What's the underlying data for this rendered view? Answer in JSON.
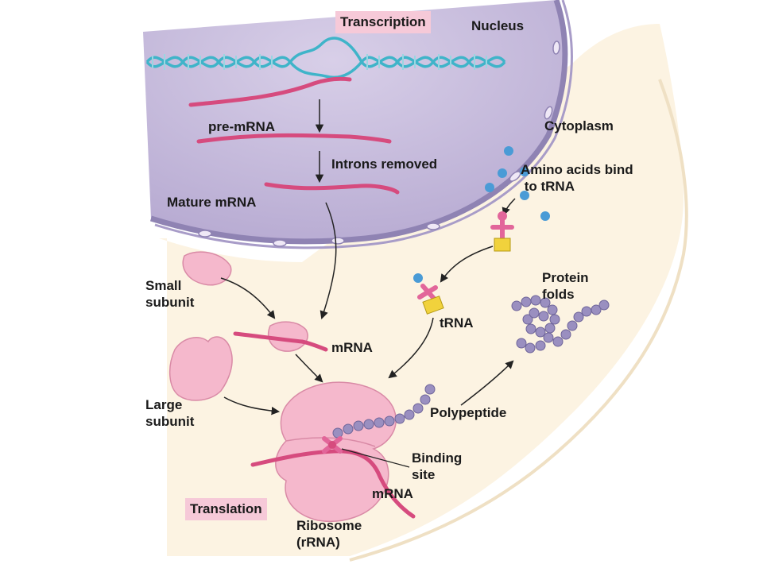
{
  "colors": {
    "nucleus": "#c9bfdd",
    "nucleus_edge": "#8f83b3",
    "cytoplasm": "#fcf3e2",
    "mrna": "#d64b7e",
    "dna": "#3fb4c9",
    "ribosome": "#f5b8cc",
    "polypeptide_bead": "#9a8fc0",
    "amino_acid": "#4a9bd6",
    "trna_body": "#e2669a",
    "trna_anticodon": "#f1d23c",
    "label_box": "#f6c9d8"
  },
  "labels": {
    "transcription": "Transcription",
    "nucleus": "Nucleus",
    "cytoplasm": "Cytoplasm",
    "pre_mrna": "pre-mRNA",
    "introns_removed": "Introns removed",
    "mature_mrna": "Mature mRNA",
    "amino_acids_bind": "Amino acids bind\n to tRNA",
    "small_subunit": "Small\nsubunit",
    "protein_folds": "Protein\nfolds",
    "trna": "tRNA",
    "mrna_mid": "mRNA",
    "large_subunit": "Large\nsubunit",
    "polypeptide": "Polypeptide",
    "binding_site": "Binding\nsite",
    "translation": "Translation",
    "mrna_bottom": "mRNA",
    "ribosome": "Ribosome\n(rRNA)"
  }
}
